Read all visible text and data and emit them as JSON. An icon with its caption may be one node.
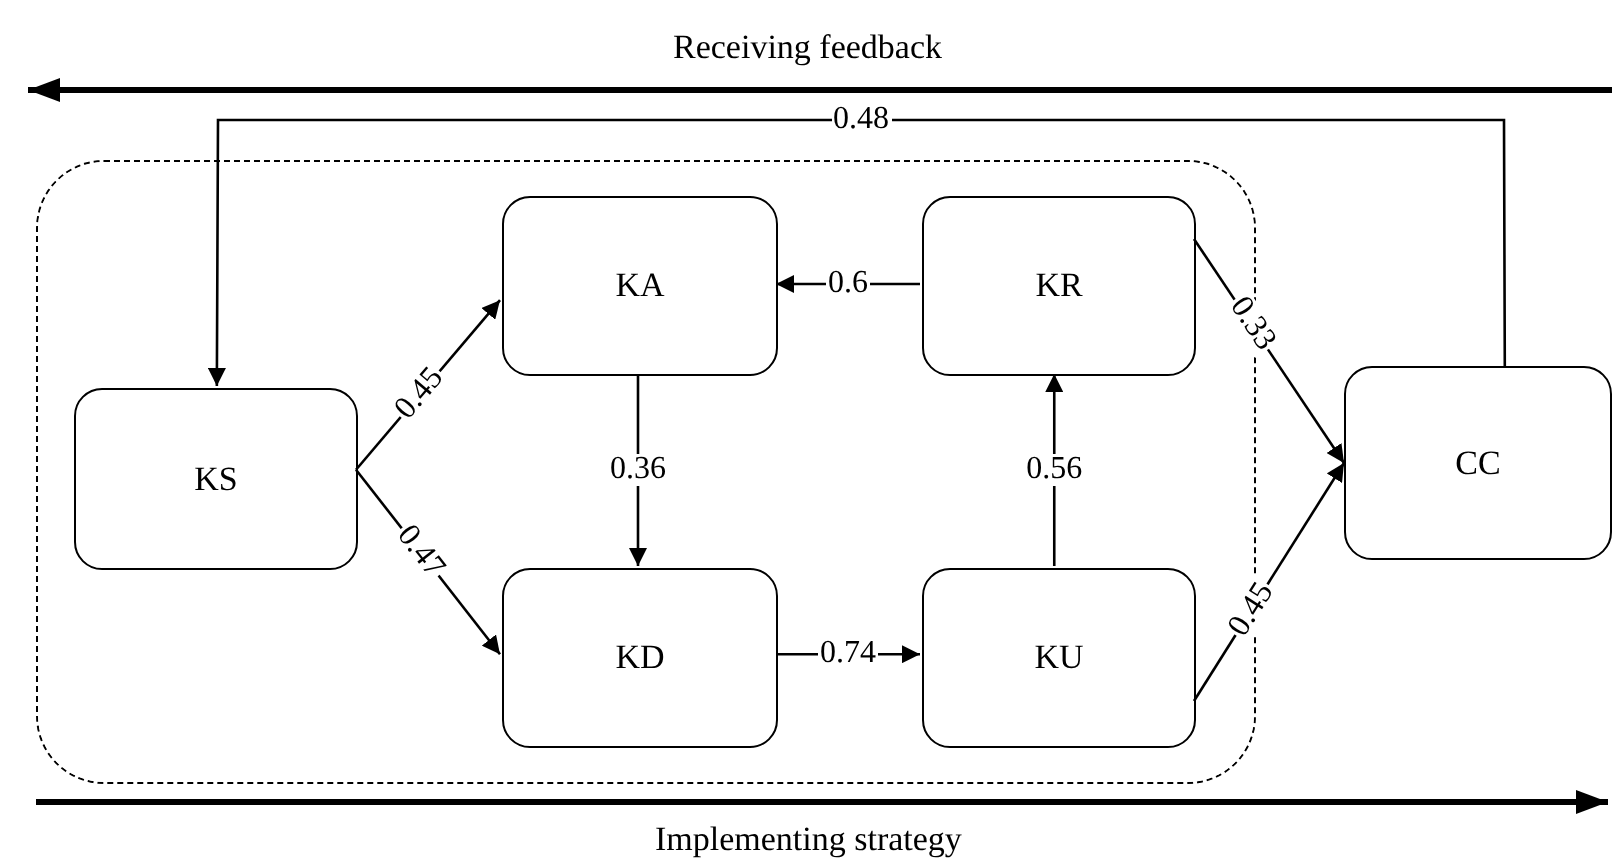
{
  "diagram": {
    "nodes": [
      {
        "text": [],
        "shape": "box"
      },
      {
        "text": [
          "KS"
        ],
        "in": 0
      },
      {
        "text": [
          "KA"
        ],
        "in": 0
      },
      {
        "text": [
          "KR"
        ],
        "in": 0
      },
      {
        "text": [
          "KD"
        ],
        "in": 0
      },
      {
        "text": [
          "KU"
        ],
        "in": 0
      },
      {
        "text": [
          "CC"
        ]
      }
    ],
    "edges": [
      {
        "from": 6,
        "to": 1,
        "arrow": "to",
        "label": "0.48"
      },
      {
        "from": 1,
        "to": 2,
        "arrow": "to",
        "label": "0.45"
      },
      {
        "from": 1,
        "to": 4,
        "arrow": "to",
        "label": "0.47"
      },
      {
        "from": 2,
        "to": 4,
        "arrow": "to",
        "label": "0.36"
      },
      {
        "from": 3,
        "to": 2,
        "arrow": "to",
        "label": "0.6"
      },
      {
        "from": 4,
        "to": 5,
        "arrow": "to",
        "label": "0.74"
      },
      {
        "from": 5,
        "to": 3,
        "arrow": "to",
        "label": "0.56"
      },
      {
        "from": 3,
        "to": 6,
        "arrow": "to",
        "label": "0.33"
      },
      {
        "from": 5,
        "to": 6,
        "arrow": "to",
        "label": "0.45"
      }
    ],
    "labels": [
      "Receiving feedback",
      "Implementing strategy"
    ]
  }
}
